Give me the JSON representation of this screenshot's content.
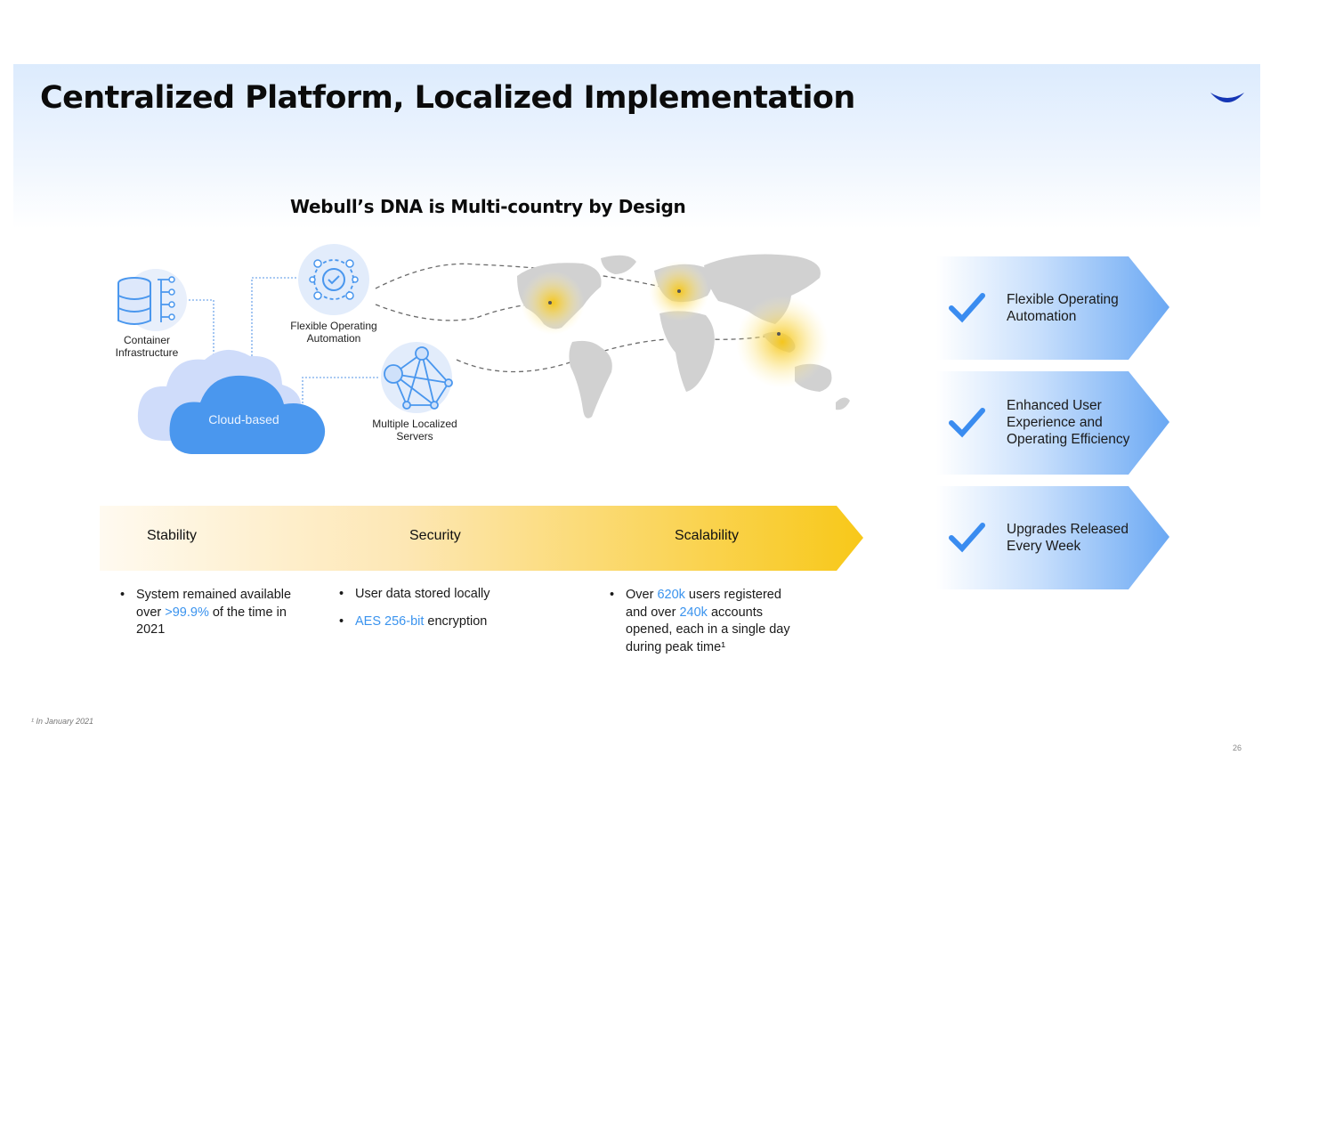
{
  "title": "Centralized Platform, Localized Implementation",
  "subtitle": "Webull’s DNA is Multi-country by Design",
  "diagram": {
    "container": [
      "Container",
      "Infrastructure"
    ],
    "flexible": [
      "Flexible Operating",
      "Automation"
    ],
    "servers": [
      "Multiple Localized",
      "Servers"
    ],
    "cloud": "Cloud-based"
  },
  "pillars": [
    {
      "name": "Stability",
      "bullets": [
        {
          "pre": "System remained available over ",
          "hl": ">99.9%",
          "post": " of the time in 2021"
        }
      ]
    },
    {
      "name": "Security",
      "bullets": [
        {
          "pre": "User data stored locally",
          "hl": "",
          "post": ""
        },
        {
          "pre": "",
          "hl": "AES 256-bit",
          "post": " encryption"
        }
      ]
    },
    {
      "name": "Scalability",
      "bullets": [
        {
          "pre": "Over ",
          "hl": "620k",
          "post": " users registered",
          "hl2": "240k",
          "mid": " and over ",
          "post2": " accounts opened, each in a single day during peak time¹"
        }
      ]
    }
  ],
  "benefits": [
    {
      "line1": "Flexible Operating",
      "line2": "Automation",
      "line3": ""
    },
    {
      "line1": "Enhanced User",
      "line2": "Experience and",
      "line3": "Operating Efficiency"
    },
    {
      "line1": "Upgrades Released",
      "line2": "Every Week",
      "line3": ""
    }
  ],
  "footnote": "¹ In January 2021",
  "page_number": "26",
  "colors": {
    "accent_blue": "#3a93ee",
    "cloud_blue": "#4a97ee",
    "banner_yellow": "#f8c819",
    "logo": "#1536b5"
  },
  "icons": [
    "logo-icon",
    "database-icon",
    "gear-network-icon",
    "network-icon",
    "cloud-icon",
    "world-map",
    "check-icon"
  ]
}
